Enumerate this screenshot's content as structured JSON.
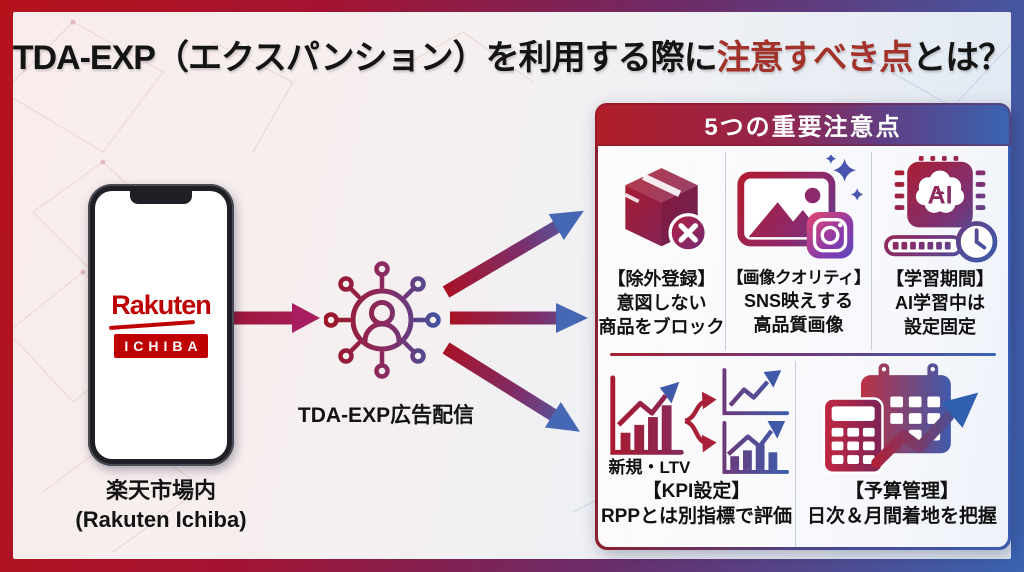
{
  "title": {
    "prefix": "TDA-EXP（エクスパンション）を利用する際に",
    "highlight": "注意すべき点",
    "suffix": "とは？"
  },
  "colors": {
    "frame_left": "#b5121b",
    "frame_right": "#3a64b2",
    "title_highlight": "#a3322b",
    "rakuten_red": "#bf0000",
    "gradient_red": "#a81a2e",
    "gradient_blue": "#3c5caa",
    "panel_header_text": "#ffffff"
  },
  "phone": {
    "icon": "smartphone-icon",
    "logo": "Rakuten",
    "logo_sub": "ICHIBA",
    "caption_line1": "楽天市場内",
    "caption_line2": "(Rakuten Ichiba)"
  },
  "hub": {
    "icon": "network-distribution-icon",
    "label": "TDA-EXP広告配信"
  },
  "arrows": [
    "phone-to-hub",
    "hub-to-panel-upper",
    "hub-to-panel-middle",
    "hub-to-panel-lower"
  ],
  "panel": {
    "header": "5つの重要注意点",
    "items": [
      {
        "icon": "package-block-icon",
        "heading": "【除外登録】",
        "line1": "意図しない",
        "line2": "商品をブロック"
      },
      {
        "icon": "image-quality-icon",
        "heading": "【画像クオリティ】",
        "line1": "SNS映えする",
        "line2": "高品質画像"
      },
      {
        "icon": "ai-chip-clock-icon",
        "heading": "【学習期間】",
        "line1": "AI学習中は",
        "line2": "設定固定"
      },
      {
        "icon": "kpi-charts-icon",
        "note": "新規・LTV",
        "heading": "【KPI設定】",
        "line1": "RPPとは別指標で評価"
      },
      {
        "icon": "budget-calendar-icon",
        "heading": "【予算管理】",
        "line1": "日次＆月間着地を把握"
      }
    ]
  }
}
